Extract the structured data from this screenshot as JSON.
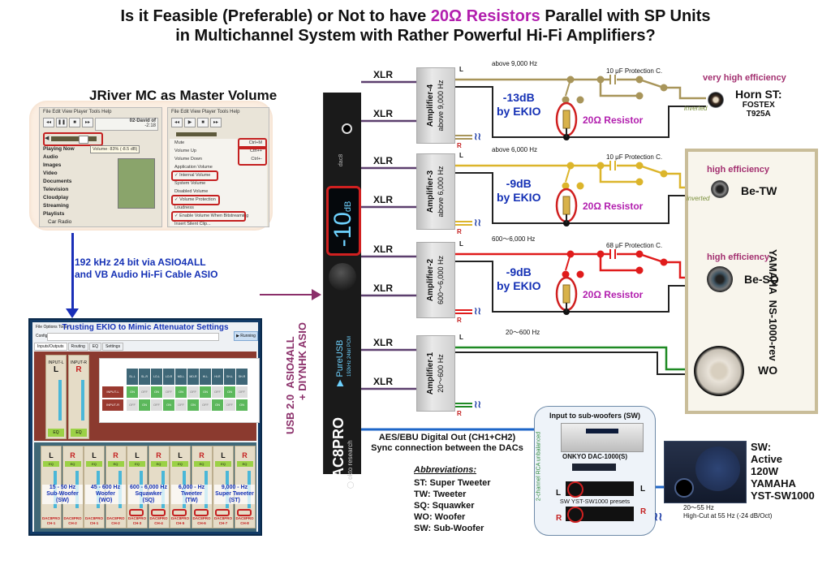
{
  "title": {
    "line1_pre": "Is it Feasible (Preferable) or Not to have ",
    "line1_highlight": "20Ω Resistors",
    "line1_post": " Parallel with SP Units",
    "line2": "in Multichannel System with Rather Powerful Hi-Fi Amplifiers?"
  },
  "jriver": {
    "heading": "JRiver MC as Master Volume",
    "menu_bar": "File  Edit  View  Player  Tools  Help",
    "track": "02-David of",
    "track_time": "-2:18",
    "volume_tooltip": "Volume: 83%  (-8.5 dB)",
    "nav_items": [
      "Playing Now",
      "Audio",
      "Images",
      "Video",
      "Documents",
      "Television",
      "Cloudplay",
      "Streaming",
      "Playlists",
      "Car Radio"
    ],
    "volume_menu": [
      {
        "label": "Mute",
        "shortcut": "Ctrl+M"
      },
      {
        "label": "Volume Up",
        "shortcut": "Ctrl++"
      },
      {
        "label": "Volume Down",
        "shortcut": "Ctrl+-"
      },
      {
        "label": "Application Volume",
        "shortcut": ""
      },
      {
        "label": "✓ Internal Volume",
        "shortcut": ""
      },
      {
        "label": "System Volume",
        "shortcut": ""
      },
      {
        "label": "Disabled Volume",
        "shortcut": ""
      },
      {
        "label": "✓ Volume Protection",
        "shortcut": ""
      },
      {
        "label": "Loudness",
        "shortcut": ""
      },
      {
        "label": "✓ Enable Volume When Bitstreaming",
        "shortcut": ""
      },
      {
        "label": "Insert Silent Clip...",
        "shortcut": ""
      }
    ]
  },
  "link_label": {
    "line1": "192 kHz 24 bit via ASIO4ALL",
    "line2": "and VB Audio Hi-Fi Cable ASIO"
  },
  "ekio": {
    "heading": "Trusting EKIO to Mimic Attenuator Settings",
    "menu_bar": "File  Options  Tools  ?",
    "config_label": "Config",
    "run_button": "Running",
    "tabs": [
      "Inputs/Outputs",
      "Routing",
      "EQ",
      "Settings"
    ],
    "inputs": [
      {
        "name": "INPUT-L",
        "letter": "L"
      },
      {
        "name": "INPUT-R",
        "letter": "R"
      }
    ],
    "eq_label": "EQ",
    "routing_outputs": [
      "SL-L",
      "SL-R",
      "LO-L",
      "LO-R",
      "MD-L",
      "MD-R",
      "HI-L",
      "HI-R",
      "SH-L",
      "SH-R"
    ],
    "routing_rows": [
      {
        "input": "INPUT-L",
        "cells": [
          "ON",
          "OFF",
          "ON",
          "OFF",
          "ON",
          "OFF",
          "ON",
          "OFF",
          "ON",
          "OFF"
        ]
      },
      {
        "input": "INPUT-R",
        "cells": [
          "OFF",
          "ON",
          "OFF",
          "ON",
          "OFF",
          "ON",
          "OFF",
          "ON",
          "OFF",
          "ON"
        ]
      }
    ],
    "outputs": [
      {
        "letter": "L",
        "dac": "DAC8PRO",
        "ch": "CH-1"
      },
      {
        "letter": "R",
        "dac": "DAC8PRO",
        "ch": "CH-2"
      },
      {
        "letter": "L",
        "dac": "DAC8PRO",
        "ch": "CH-1"
      },
      {
        "letter": "R",
        "dac": "DAC8PRO",
        "ch": "CH-2"
      },
      {
        "letter": "L",
        "dac": "DAC8PRO",
        "ch": "CH-3"
      },
      {
        "letter": "R",
        "dac": "DAC8PRO",
        "ch": "CH-4"
      },
      {
        "letter": "L",
        "dac": "DAC8PRO",
        "ch": "CH-5"
      },
      {
        "letter": "R",
        "dac": "DAC8PRO",
        "ch": "CH-6"
      },
      {
        "letter": "L",
        "dac": "DAC8PRO",
        "ch": "CH-7"
      },
      {
        "letter": "R",
        "dac": "DAC8PRO",
        "ch": "CH-8"
      }
    ],
    "bands": [
      {
        "freq": "15 - 50 Hz",
        "name": "Sub-Woofer",
        "abbr": "(SW)"
      },
      {
        "freq": "45 - 600 Hz",
        "name": "Woofer",
        "abbr": "(WO)"
      },
      {
        "freq": "600 - 6,000 Hz",
        "name": "Squawker",
        "abbr": "(SQ)"
      },
      {
        "freq": "6,000 -   Hz",
        "name": "Tweeter",
        "abbr": "(TW)"
      },
      {
        "freq": "9,000 -   Hz",
        "name": "Super Tweeter",
        "abbr": "(ST)"
      }
    ]
  },
  "usb_label": {
    "line1": "USB 2.0",
    "line2": "ASIO4ALL",
    "line3": "+ DIYNHK ASIO"
  },
  "dac": {
    "volume": "-10",
    "unit": "dB",
    "model_tag": "dac8",
    "input_name": "PureUSB",
    "input_format": "192kHz 24bit PCM",
    "brand": "DAC8PRO",
    "maker": "okto research"
  },
  "xlr_label": "XLR",
  "amplifiers": [
    {
      "name": "Amplifier-4",
      "band": "above 9,000 Hz",
      "line_label": "above 9,000 Hz",
      "atten": "-13dB",
      "by": "by EKIO",
      "cap": "10 μF  Protection C.",
      "color": "#a8955a"
    },
    {
      "name": "Amplifier-3",
      "band": "above 6,000 Hz",
      "line_label": "above 6,000 Hz",
      "atten": "-9dB",
      "by": "by EKIO",
      "cap": "10 μF  Protection C.",
      "color": "#dcb52b"
    },
    {
      "name": "Amplifier-2",
      "band": "600〜6,000 Hz",
      "line_label": "600〜6,000 Hz",
      "atten": "-9dB",
      "by": "by EKIO",
      "cap": "68 μF  Protection C.",
      "color": "#e01b1b"
    },
    {
      "name": "Amplifier-1",
      "band": "20〜600 Hz",
      "line_label": "20〜600 Hz",
      "atten": "",
      "by": "",
      "cap": "",
      "color": "#1f8a24"
    }
  ],
  "channel_letters": {
    "left": "L",
    "right": "R"
  },
  "resistor_label": "20Ω Resistor",
  "speakers": {
    "horn": {
      "efficiency": "very high efficiency",
      "name": "Horn ST:",
      "brand": "FOSTEX",
      "model": "T925A",
      "note": "inverted"
    },
    "tw": {
      "efficiency": "high efficiency",
      "name": "Be-TW",
      "note": "inverted"
    },
    "sq": {
      "efficiency": "high efficiency",
      "name": "Be-SQ"
    },
    "wo": {
      "name": "WO"
    },
    "cabinet": "YAMAHA  NS-1000-rev"
  },
  "aes": {
    "line1": "AES/EBU Digital Out (CH1+CH2)",
    "line2": "Sync connection between the DACs"
  },
  "abbreviations": {
    "heading": "Abbreviations:",
    "items": [
      "ST: Super Tweeter",
      "TW: Tweeter",
      "SQ: Squawker",
      "WO: Woofer",
      "SW: Sub-Woofer"
    ]
  },
  "sw_input": {
    "heading": "Input to sub-woofers (SW)",
    "dac_name": "ONKYO DAC-1000(S)",
    "rca_label": "2-channel RCA unbalanced",
    "presets_label": "SW  YST-SW1000 presets"
  },
  "subwoofer": {
    "lines": [
      "SW:",
      "Active",
      "120W",
      "YAMAHA",
      "YST-SW1000"
    ],
    "range": "20〜55 Hz",
    "cut": "High-Cut  at 55 Hz (-24 dB/Oct)"
  }
}
